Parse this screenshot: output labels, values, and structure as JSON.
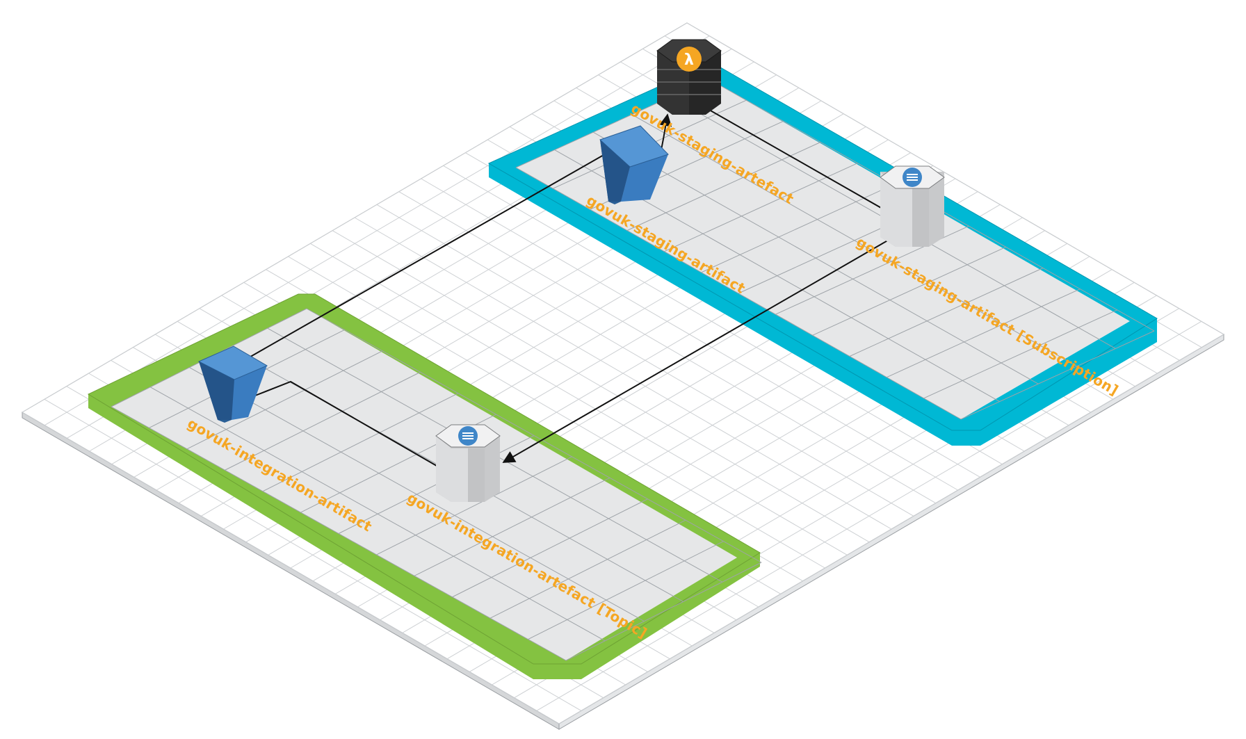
{
  "diagram": {
    "style": "isometric-aws-architecture",
    "colors": {
      "label": "#f5a623",
      "staging_region": "#00b8d4",
      "integration_region": "#84c241",
      "bucket": "#2e6aa8",
      "lambda": "#1f1f1f",
      "lambda_badge": "#f5a623",
      "sns_badge": "#3f86c8",
      "floor": "#e6e7e8"
    },
    "regions": [
      {
        "id": "staging",
        "color": "#00b8d4"
      },
      {
        "id": "integration",
        "color": "#84c241"
      }
    ],
    "nodes": [
      {
        "id": "lambda",
        "type": "lambda-function",
        "icon": "lambda-icon",
        "label": "govuk-staging-artefact"
      },
      {
        "id": "staging-bucket",
        "type": "s3-bucket",
        "icon": "bucket-icon",
        "label": "govuk-staging-artifact"
      },
      {
        "id": "staging-subscription",
        "type": "sns",
        "icon": "sns-icon",
        "label": "govuk-staging-artifact [Subscription]"
      },
      {
        "id": "integration-bucket",
        "type": "s3-bucket",
        "icon": "bucket-icon",
        "label": "govuk-integration-artifact"
      },
      {
        "id": "integration-topic",
        "type": "sns",
        "icon": "sns-icon",
        "label": "govuk-integration-artefact [Topic]"
      }
    ],
    "edges": [
      {
        "from": "integration-bucket",
        "to": "integration-topic"
      },
      {
        "from": "integration-bucket",
        "to": "staging-bucket"
      },
      {
        "from": "staging-bucket",
        "to": "lambda"
      },
      {
        "from": "lambda",
        "to": "staging-subscription"
      },
      {
        "from": "staging-subscription",
        "to": "integration-topic"
      }
    ]
  }
}
